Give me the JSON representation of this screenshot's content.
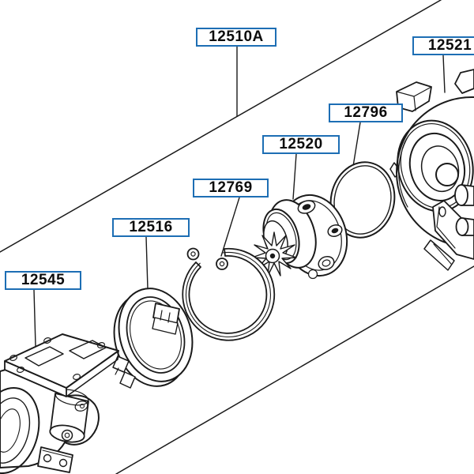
{
  "labels": [
    {
      "part_no": "12510A",
      "text": "12510A"
    },
    {
      "part_no": "12521",
      "text": "12521"
    },
    {
      "part_no": "12796",
      "text": "12796"
    },
    {
      "part_no": "12520",
      "text": "12520"
    },
    {
      "part_no": "12769",
      "text": "12769"
    },
    {
      "part_no": "12516",
      "text": "12516"
    },
    {
      "part_no": "12545",
      "text": "12545"
    }
  ],
  "colors": {
    "label_border": "#1d6eb4",
    "label_background": "#ffffff",
    "label_text": "#0c0c0c",
    "line": "#1a1a1a",
    "background": "#ffffff"
  }
}
